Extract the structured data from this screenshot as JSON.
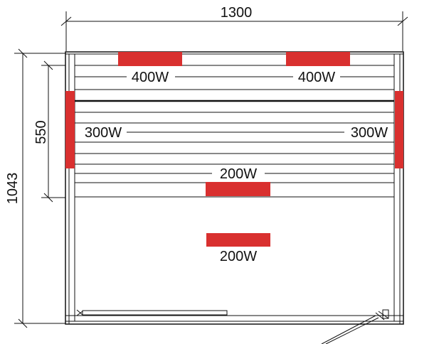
{
  "dimensions": {
    "width": "1300",
    "height": "1043",
    "bench_height": "550"
  },
  "heaters": {
    "top_left": "400W",
    "top_right": "400W",
    "side_left": "300W",
    "side_right": "300W",
    "bench": "200W",
    "floor": "200W"
  },
  "colors": {
    "heater": "#d9302f",
    "line": "#111111",
    "background": "#ffffff"
  }
}
